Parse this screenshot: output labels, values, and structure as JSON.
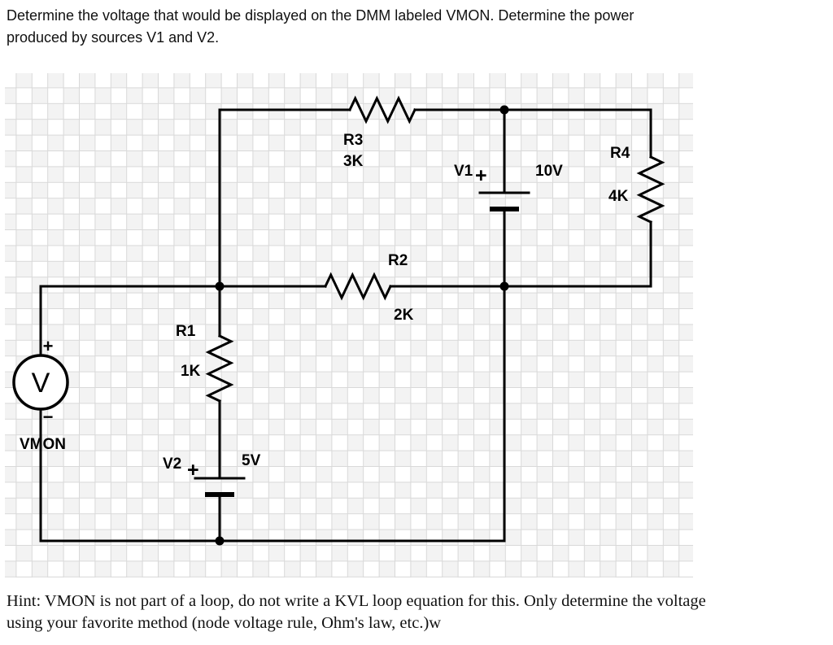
{
  "question": {
    "line1": "Determine the voltage that would be displayed on the DMM labeled VMON. Determine the power",
    "line2": "produced by sources V1 and V2."
  },
  "hint": {
    "line1": "Hint: VMON is not part of a loop, do not write a KVL loop equation for this. Only determine the voltage",
    "line2": "using your favorite method (node voltage rule, Ohm's law, etc.)w"
  },
  "circuit": {
    "r1": {
      "name": "R1",
      "value": "1K"
    },
    "r2": {
      "name": "R2",
      "value": "2K"
    },
    "r3": {
      "name": "R3",
      "value": "3K"
    },
    "r4": {
      "name": "R4",
      "value": "4K"
    },
    "v1": {
      "name": "V1",
      "value": "10V",
      "plus": "+"
    },
    "v2": {
      "name": "V2",
      "value": "5V",
      "plus": "+"
    },
    "vmon": {
      "label": "VMON",
      "symbol": "V",
      "plus": "+",
      "minus": "−"
    }
  },
  "colors": {
    "wire": "#000000",
    "grid_line": "#d9d9d9",
    "grid_shade": "#f3f3f3",
    "paper": "#ffffff"
  }
}
